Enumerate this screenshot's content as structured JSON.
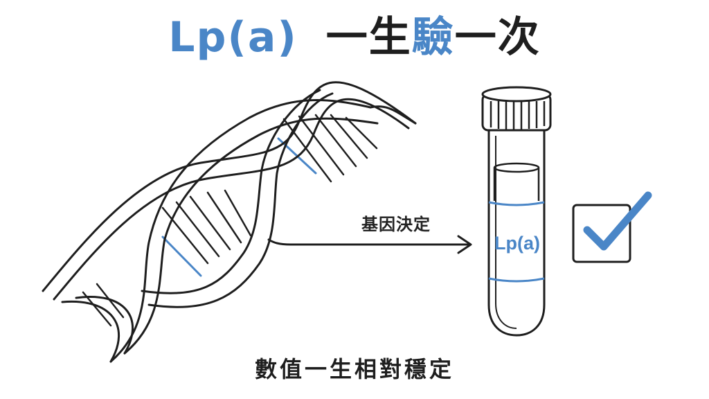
{
  "title": {
    "part1": "Lp(a)",
    "part2": "一生",
    "part3": "驗",
    "part4": "一次"
  },
  "arrow_label": "基因決定",
  "tube_label": "Lp(a)",
  "caption": "數值一生相對穩定",
  "colors": {
    "accent": "#4a86c7",
    "dark": "#1e1e1e",
    "background": "#ffffff"
  },
  "icons": [
    "dna-helix-icon",
    "test-tube-icon",
    "checkbox-checked-icon",
    "arrow-right-icon"
  ]
}
